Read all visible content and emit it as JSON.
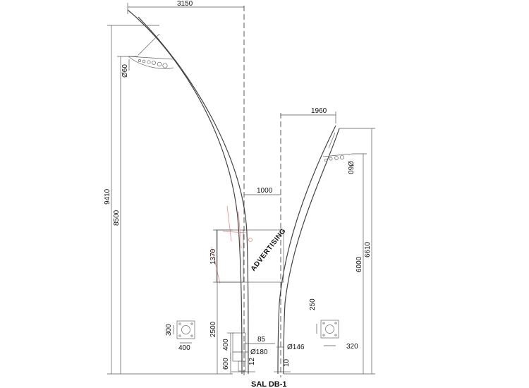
{
  "drawing": {
    "title": "SAL DB-1",
    "advertising_label": "ADVERTISING",
    "dimensions": {
      "top_width": "3150",
      "right_width": "1960",
      "gap": "1000",
      "left_total_height": "9410",
      "left_pole_height": "8500",
      "sign_height": "1370",
      "sign_base_height": "2500",
      "lower_400": "400",
      "base_600": "600",
      "right_total_height": "6610",
      "right_pole_height": "6000",
      "base_plate_left_h": "300",
      "base_plate_left_w": "400",
      "base_plate_right_h": "250",
      "base_plate_right_w": "320",
      "dim_85": "85",
      "dia_180": "Ø180",
      "dia_146": "Ø146",
      "dim_12": "12",
      "dim_10": "10",
      "dia_60_left": "Ø60",
      "dia_60_right": "Ø60"
    }
  }
}
